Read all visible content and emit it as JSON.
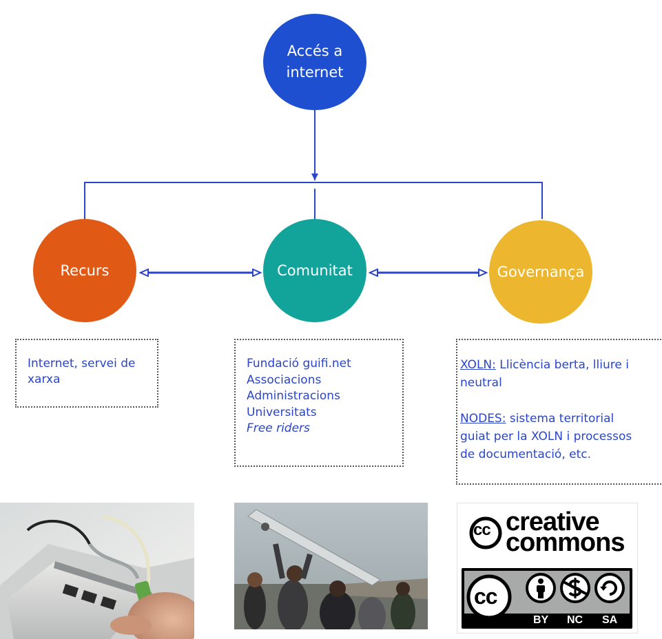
{
  "colors": {
    "access": "#1f4fd1",
    "recurs": "#e05a16",
    "comunitat": "#12a39a",
    "governanca": "#ecb72e",
    "line": "#2a45c9",
    "text": "#2a45c9"
  },
  "nodes": {
    "access": {
      "line1": "Accés a",
      "line2": "internet"
    },
    "recurs": {
      "label": "Recurs"
    },
    "comunitat": {
      "label": "Comunitat"
    },
    "governanca": {
      "label": "Governança"
    }
  },
  "boxes": {
    "recurs": {
      "line1": "Internet, servei de",
      "line2": "xarxa"
    },
    "comunitat": {
      "items": [
        "Fundació guifi.net",
        "Associacions",
        "Administracions",
        "Universitats",
        "Free riders"
      ]
    },
    "governanca": {
      "xoln_label": "XOLN:",
      "xoln_text1": " Llicència berta, lliure i",
      "xoln_text2": "neutral",
      "nodes_label": "NODES:",
      "nodes_text1": " sistema territorial",
      "nodes_text2": "guiat per la XOLN i processos",
      "nodes_text3": "de documentació, etc."
    }
  },
  "logo": {
    "word1": "creative",
    "word2": "commons",
    "cc": "cc",
    "badges": [
      "BY",
      "NC",
      "SA"
    ]
  }
}
